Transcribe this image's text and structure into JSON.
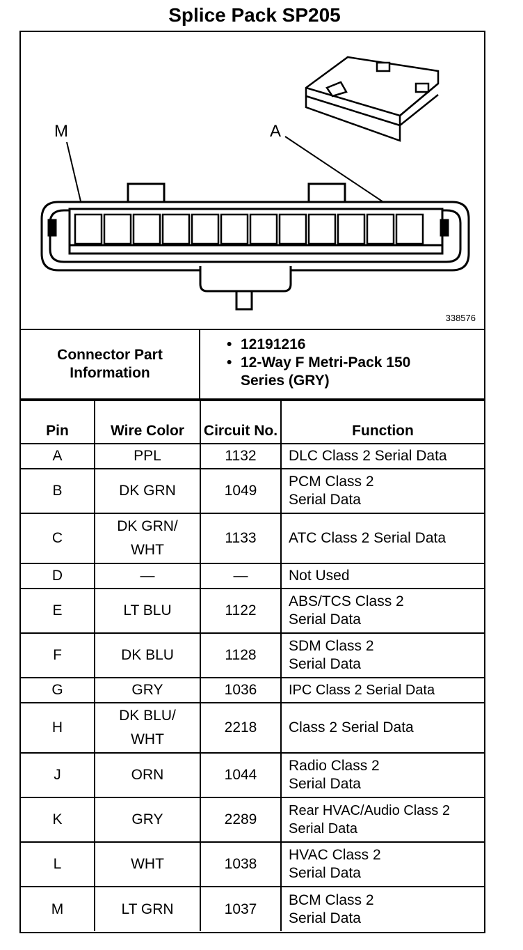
{
  "title": "Splice Pack SP205",
  "figure": {
    "number": "338576",
    "label_m": "M",
    "label_a": "A"
  },
  "connector": {
    "label": "Connector Part Information",
    "items": [
      "12191216",
      "12-Way F Metri-Pack 150 Series (GRY)"
    ]
  },
  "table": {
    "headers": {
      "pin": "Pin",
      "wire_color": "Wire Color",
      "circuit": "Circuit No.",
      "function": "Function"
    },
    "rows": [
      {
        "pin": "A",
        "color": "PPL",
        "circuit": "1132",
        "function": "DLC Class 2 Serial Data"
      },
      {
        "pin": "B",
        "color": "DK GRN",
        "circuit": "1049",
        "function": "PCM Class 2 Serial Data"
      },
      {
        "pin": "C",
        "color": "DK GRN/ WHT",
        "circuit": "1133",
        "function": "ATC Class 2 Serial Data"
      },
      {
        "pin": "D",
        "color": "—",
        "circuit": "—",
        "function": "Not Used"
      },
      {
        "pin": "E",
        "color": "LT BLU",
        "circuit": "1122",
        "function": "ABS/TCS Class 2 Serial Data"
      },
      {
        "pin": "F",
        "color": "DK BLU",
        "circuit": "1128",
        "function": "SDM Class 2 Serial Data"
      },
      {
        "pin": "G",
        "color": "GRY",
        "circuit": "1036",
        "function": "IPC Class 2 Serial Data"
      },
      {
        "pin": "H",
        "color": "DK BLU/ WHT",
        "circuit": "2218",
        "function": "Class 2 Serial Data"
      },
      {
        "pin": "J",
        "color": "ORN",
        "circuit": "1044",
        "function": "Radio Class 2 Serial Data"
      },
      {
        "pin": "K",
        "color": "GRY",
        "circuit": "2289",
        "function": "Rear HVAC/Audio Class 2 Serial Data"
      },
      {
        "pin": "L",
        "color": "WHT",
        "circuit": "1038",
        "function": "HVAC Class 2 Serial Data"
      },
      {
        "pin": "M",
        "color": "LT GRN",
        "circuit": "1037",
        "function": "BCM Class 2 Serial Data"
      }
    ]
  }
}
